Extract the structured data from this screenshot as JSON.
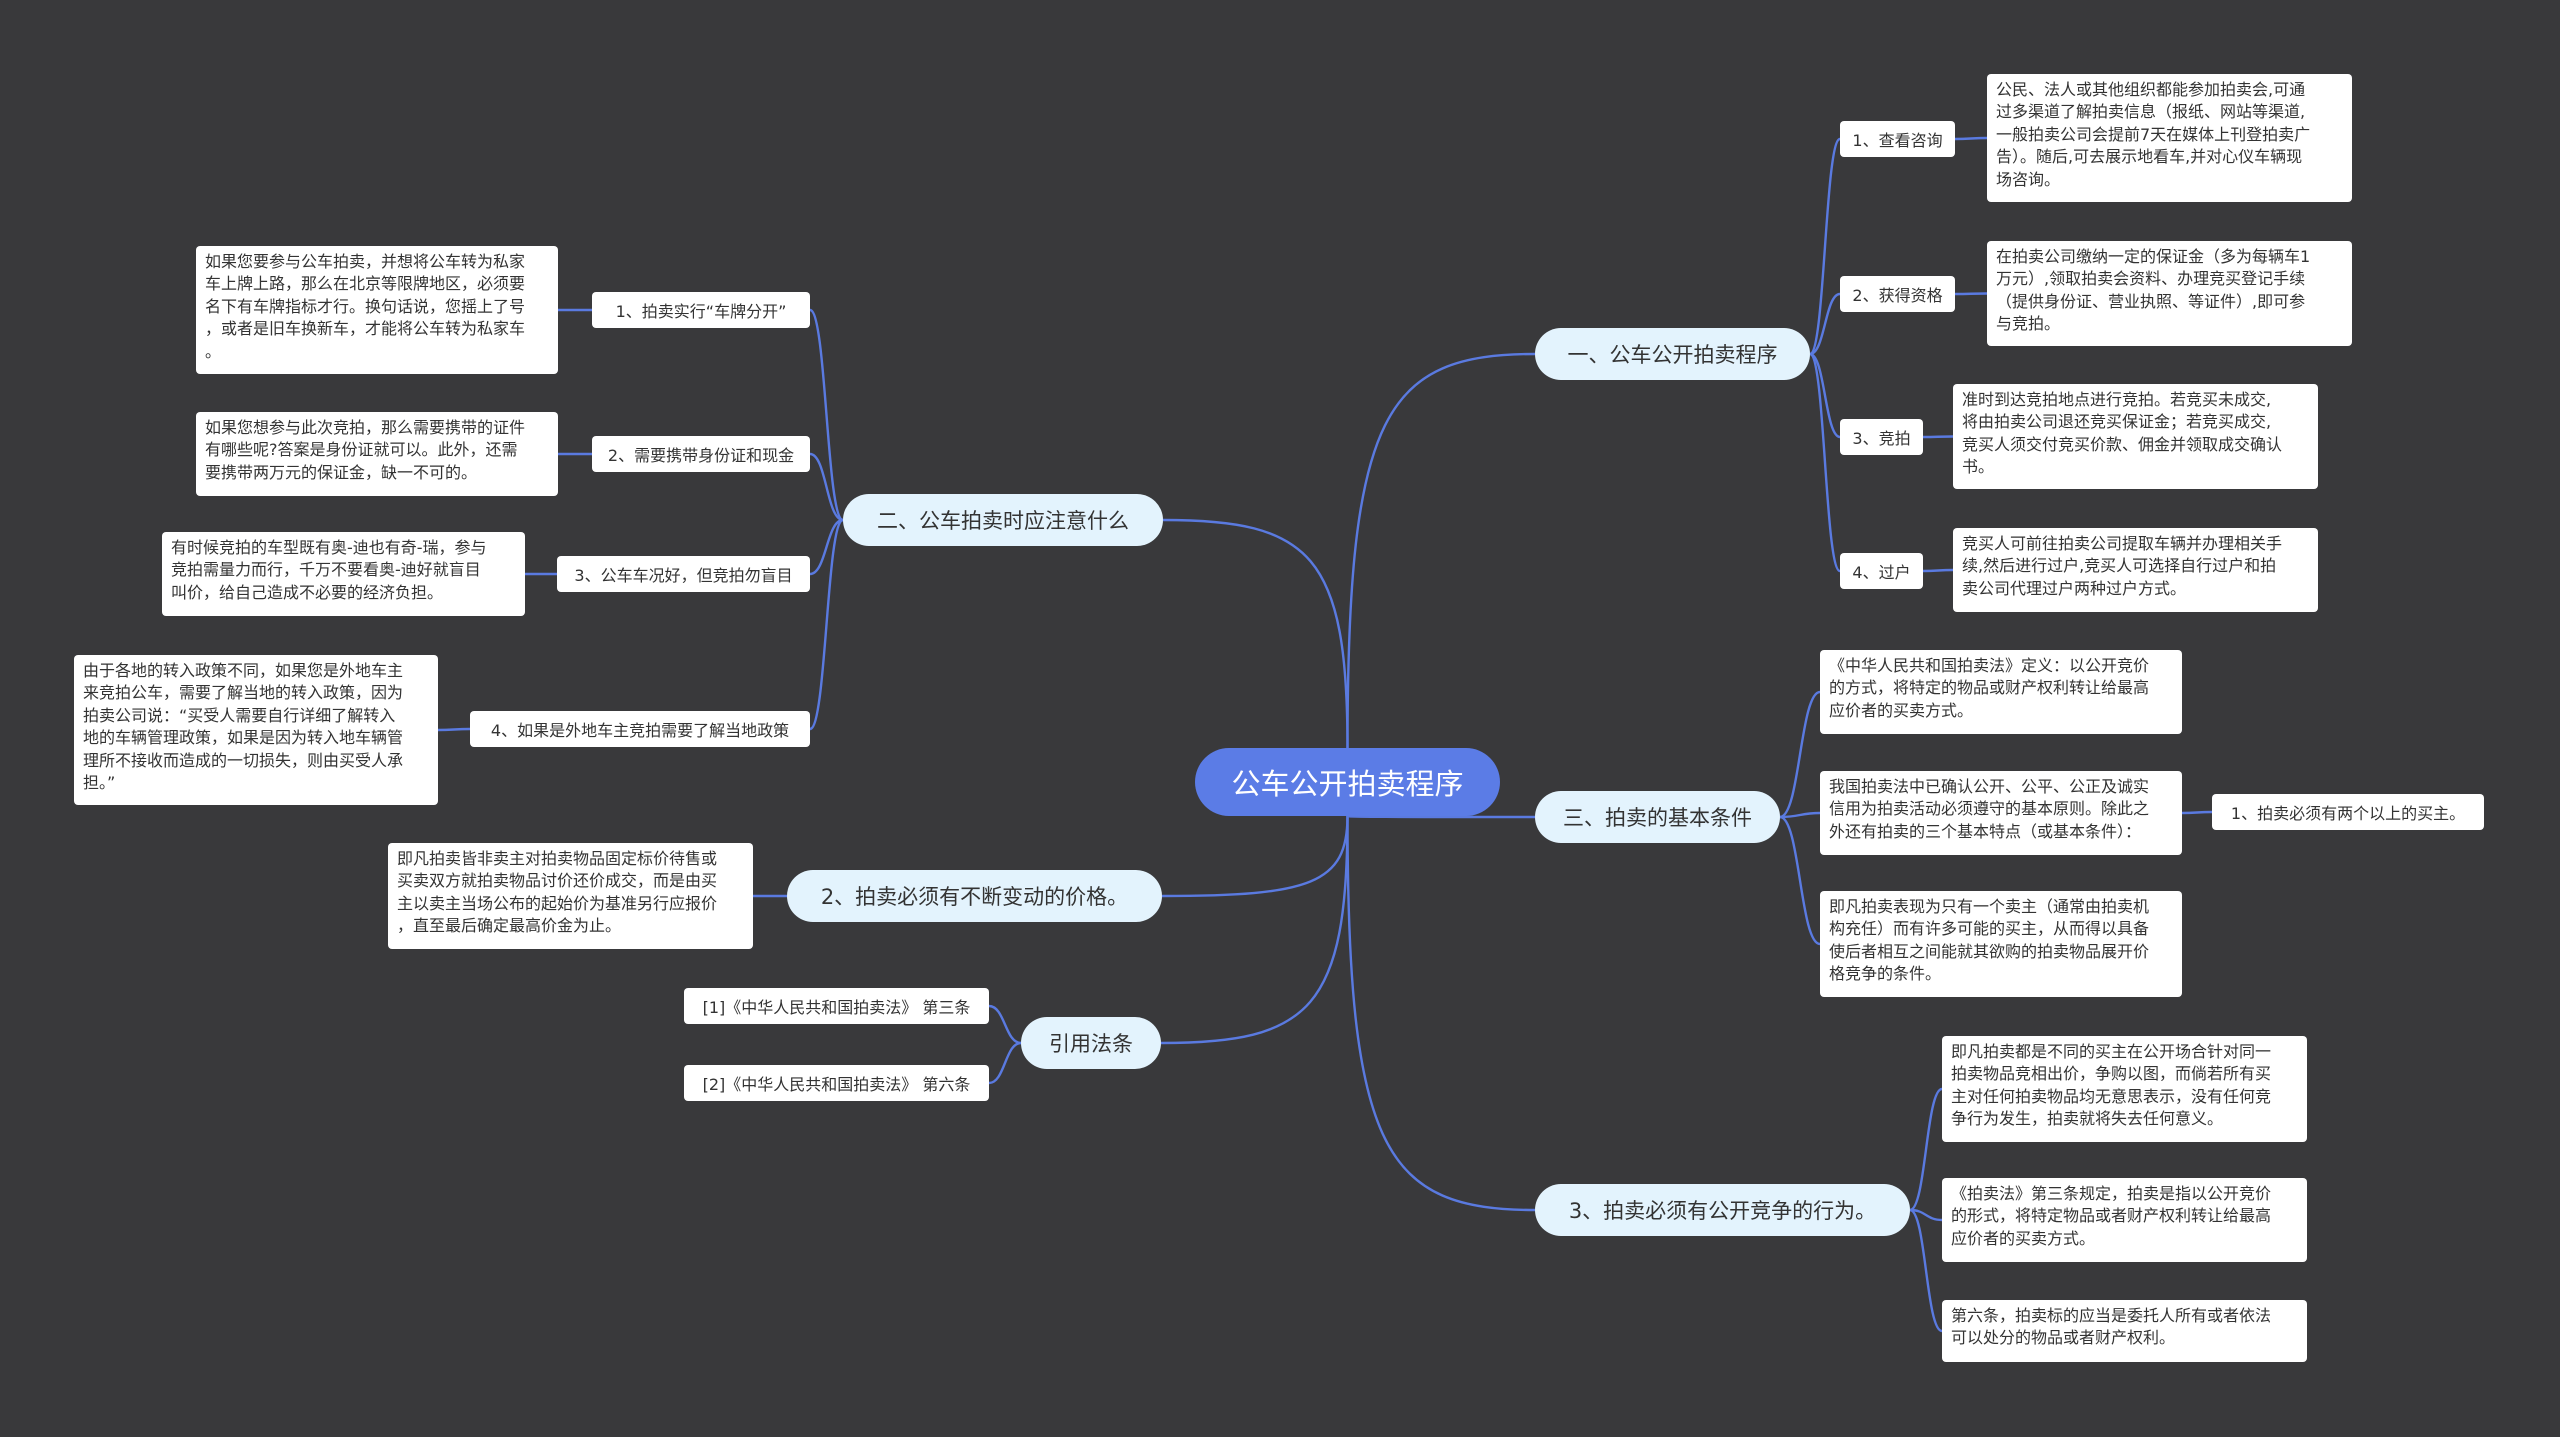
{
  "root": "公车公开拍卖程序",
  "branches": {
    "b1": {
      "label": "一、公车公开拍卖程序",
      "steps": [
        {
          "label": "1、查看咨询",
          "text": "公民、法人或其他组织都能参加拍卖会,可通\n过多渠道了解拍卖信息（报纸、网站等渠道,\n一般拍卖公司会提前7天在媒体上刊登拍卖广\n告）。随后,可去展示地看车,并对心仪车辆现\n场咨询。"
        },
        {
          "label": "2、获得资格",
          "text": "在拍卖公司缴纳一定的保证金（多为每辆车1\n万元）,领取拍卖会资料、办理竞买登记手续\n（提供身份证、营业执照、等证件）,即可参\n与竞拍。"
        },
        {
          "label": "3、竞拍",
          "text": "准时到达竞拍地点进行竞拍。若竞买未成交,\n将由拍卖公司退还竞买保证金；若竞买成交,\n竞买人须交付竞买价款、佣金并领取成交确认\n书。"
        },
        {
          "label": "4、过户",
          "text": "竞买人可前往拍卖公司提取车辆并办理相关手\n续,然后进行过户,竞买人可选择自行过户和拍\n卖公司代理过户两种过户方式。"
        }
      ]
    },
    "b2": {
      "label": "二、公车拍卖时应注意什么",
      "items": [
        {
          "label": "1、拍卖实行“车牌分开”",
          "text": "如果您要参与公车拍卖，并想将公车转为私家\n车上牌上路，那么在北京等限牌地区，必须要\n名下有车牌指标才行。换句话说，您摇上了号\n，或者是旧车换新车，才能将公车转为私家车\n。"
        },
        {
          "label": "2、需要携带身份证和现金",
          "text": "如果您想参与此次竞拍，那么需要携带的证件\n有哪些呢?答案是身份证就可以。此外，还需\n要携带两万元的保证金，缺一不可的。"
        },
        {
          "label": "3、公车车况好，但竞拍勿盲目",
          "text": "有时候竞拍的车型既有奥-迪也有奇-瑞，参与\n竞拍需量力而行，千万不要看奥-迪好就盲目\n叫价，给自己造成不必要的经济负担。"
        },
        {
          "label": "4、如果是外地车主竞拍需要了解当地政策",
          "text": "由于各地的转入政策不同，如果您是外地车主\n来竞拍公车，需要了解当地的转入政策，因为\n拍卖公司说：“买受人需要自行详细了解转入\n地的车辆管理政策，如果是因为转入地车辆管\n理所不接收而造成的一切损失，则由买受人承\n担。”"
        }
      ]
    },
    "b3": {
      "label": "三、拍卖的基本条件",
      "items": [
        {
          "text": "《中华人民共和国拍卖法》定义：以公开竞价\n的方式，将特定的物品或财产权利转让给最高\n应价者的买卖方式。"
        },
        {
          "text": "我国拍卖法中已确认公开、公平、公正及诚实\n信用为拍卖活动必须遵守的基本原则。除此之\n外还有拍卖的三个基本特点（或基本条件）："
        },
        {
          "text": "即凡拍卖表现为只有一个卖主（通常由拍卖机\n构充任）而有许多可能的买主，从而得以具备\n使后者相互之间能就其欲购的拍卖物品展开价\n格竞争的条件。"
        }
      ],
      "extra": "1、拍卖必须有两个以上的买主。"
    },
    "b4": {
      "label": "2、拍卖必须有不断变动的价格。",
      "text": "即凡拍卖皆非卖主对拍卖物品固定标价待售或\n买卖双方就拍卖物品讨价还价成交，而是由买\n主以卖主当场公布的起始价为基准另行应报价\n，直至最后确定最高价金为止。"
    },
    "b5": {
      "label": "引用法条",
      "refs": [
        "[1]《中华人民共和国拍卖法》 第三条",
        "[2]《中华人民共和国拍卖法》 第六条"
      ]
    },
    "b6": {
      "label": "3、拍卖必须有公开竞争的行为。",
      "items": [
        {
          "text": "即凡拍卖都是不同的买主在公开场合针对同一\n拍卖物品竞相出价，争购以图，而倘若所有买\n主对任何拍卖物品均无意思表示，没有任何竞\n争行为发生，拍卖就将失去任何意义。"
        },
        {
          "text": "《拍卖法》第三条规定，拍卖是指以公开竞价\n的形式，将特定物品或者财产权利转让给最高\n应价者的买卖方式。"
        },
        {
          "text": "第六条，拍卖标的应当是委托人所有或者依法\n可以处分的物品或者财产权利。"
        }
      ]
    }
  }
}
